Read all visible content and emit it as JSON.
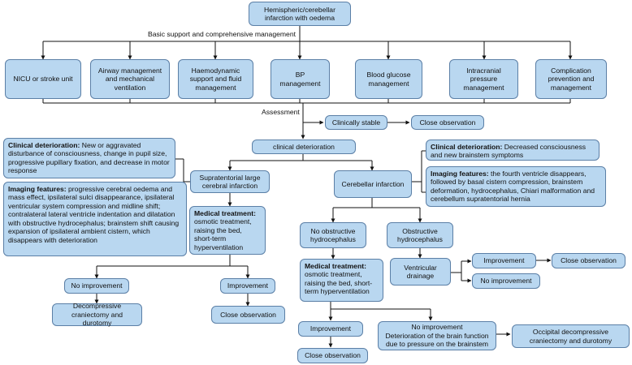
{
  "title": "Hemispheric/cerebellar infarction with oedema",
  "basic_support_label": "Basic support and comprehensive management",
  "management_boxes": [
    "NICU or stroke unit",
    "Airway management and mechanical ventilation",
    "Haemodynamic support and fluid management",
    "BP management",
    "Blood glucose management",
    "Intracranial pressure management",
    "Complication prevention and management"
  ],
  "assessment_label": "Assessment",
  "clinically_stable": "Clinically stable",
  "close_observation": "Close observation",
  "clinical_deterioration": "clinical deterioration",
  "supratentorial": {
    "name": "Supratentorial large cerebral infarction",
    "clinical_heading": "Clinical deterioration:",
    "clinical_text": " New or aggravated disturbance of consciousness, change in pupil size, progressive pupillary fixation, and decrease in motor response",
    "imaging_heading": "Imaging features:",
    "imaging_text": " progressive cerebral oedema and mass effect, ipsilateral sulci disappearance, ipsilateral ventricular system compression and midline shift; contralateral lateral ventricle indentation and dilatation with obstructive hydrocephalus; brainstem shift causing expansion of ipsilateral ambient cistern, which disappears with deterioration",
    "medical_heading": "Medical treatment:",
    "medical_text": " osmotic treatment, raising the bed, short-term hyperventilation",
    "no_improvement": "No improvement",
    "improvement": "Improvement",
    "surgery": "Decompressive craniectomy and durotomy",
    "close_observation": "Close observation"
  },
  "cerebellar": {
    "name": "Cerebellar infarction",
    "clinical_heading": "Clinical deterioration:",
    "clinical_text": " Decreased consciousness and new brainstem symptoms",
    "imaging_heading": "Imaging features:",
    "imaging_text": " the fourth ventricle disappears, followed by basal cistern compression, brainstem deformation, hydrocephalus, Chiari malformation and cerebellum supratentorial hernia",
    "no_obstructive": "No obstructive hydrocephalus",
    "obstructive": "Obstructive hydrocephalus",
    "ventricular_drainage": "Ventricular drainage",
    "drainage_improvement": "Improvement",
    "drainage_close_observation": "Close observation",
    "drainage_no_improvement": "No improvement",
    "medical_heading": "Medical treatment:",
    "medical_text": " osmotic treatment, raising the bed, short-term hyperventilation",
    "improvement": "Improvement",
    "close_observation": "Close observation",
    "no_improvement_line1": "No improvement",
    "no_improvement_line2": "Deterioration of the brain function due to pressure on the brainstem",
    "surgery": "Occipital decompressive craniectomy and durotomy"
  }
}
